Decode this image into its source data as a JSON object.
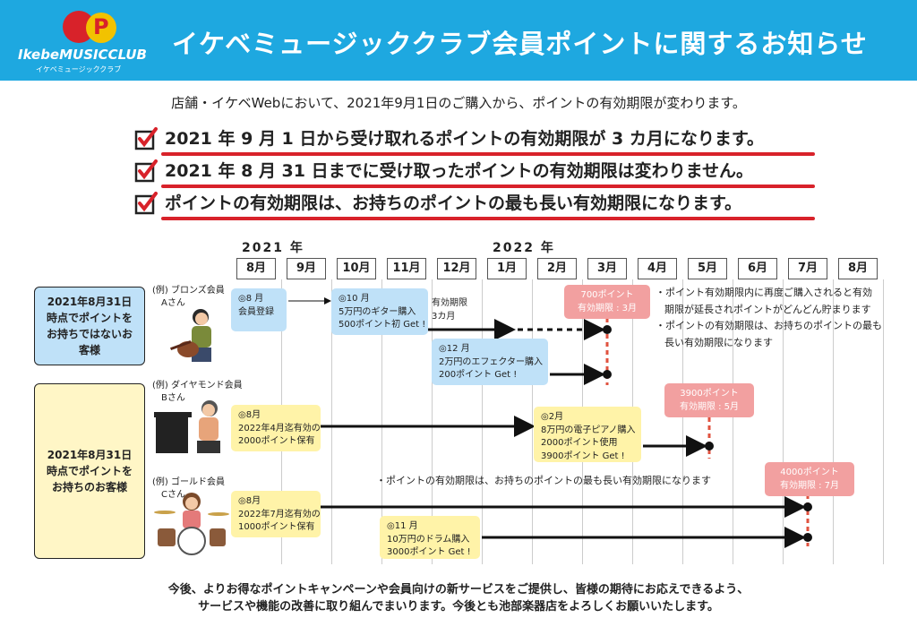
{
  "header": {
    "logo_word": "IkebeMUSICCLUB",
    "logo_sub": "イケベミュージッククラブ",
    "title": "イケベミュージッククラブ会員ポイントに関するお知らせ",
    "bg_color": "#1ea8e0"
  },
  "intro": "店舗・イケベWebにおいて、2021年9月1日のご購入から、ポイントの有効期限が変わります。",
  "points": [
    "2021 年 9 月 1 日から受け取れるポイントの有効期限が 3 カ月になります。",
    "2021 年 8 月 31 日までに受け取ったポイントの有効期限は変わりません。",
    "ポイントの有効期限は、お持ちのポイントの最も長い有効期限になります。"
  ],
  "years": [
    "2021 年",
    "2022 年"
  ],
  "months": [
    "8月",
    "9月",
    "10月",
    "11月",
    "12月",
    "1月",
    "2月",
    "3月",
    "4月",
    "5月",
    "6月",
    "7月",
    "8月"
  ],
  "categories": {
    "no_points": "2021年8月31日時点でポイントをお持ちではないお客様",
    "has_points": "2021年8月31日時点でポイントをお持ちのお客様"
  },
  "members": {
    "a": {
      "rank": "(例) ブロンズ会員",
      "name": "Aさん"
    },
    "b": {
      "rank": "(例) ダイヤモンド会員",
      "name": "Bさん"
    },
    "c": {
      "rank": "(例) ゴールド会員",
      "name": "Cさん"
    }
  },
  "boxes": {
    "a1": {
      "l1": "◎8 月",
      "l2": "会員登録"
    },
    "a2": {
      "l1": "◎10 月",
      "l2": "5万円のギター購入",
      "l3": "500ポイント初 Get !"
    },
    "a_expiry": {
      "l1": "有効期限",
      "l2": "3カ月"
    },
    "a3": {
      "l1": "◎12 月",
      "l2": "2万円のエフェクター購入",
      "l3": "200ポイント Get !"
    },
    "a_result": {
      "l1": "700ポイント",
      "l2": "有効期限 : 3月"
    },
    "b1": {
      "l1": "◎8月",
      "l2": "2022年4月迄有効の",
      "l3": "2000ポイント保有"
    },
    "b2": {
      "l1": "◎2月",
      "l2": "8万円の電子ピアノ購入",
      "l3": "2000ポイント使用",
      "l4": "3900ポイント Get !"
    },
    "b_result": {
      "l1": "3900ポイント",
      "l2": "有効期限 : 5月"
    },
    "c1": {
      "l1": "◎8月",
      "l2": "2022年7月迄有効の",
      "l3": "1000ポイント保有"
    },
    "c2": {
      "l1": "◎11 月",
      "l2": "10万円のドラム購入",
      "l3": "3000ポイント Get !"
    },
    "c_result": {
      "l1": "4000ポイント",
      "l2": "有効期限 : 7月"
    }
  },
  "notes": {
    "a1": "・ポイント有効期限内に再度ご購入されると有効",
    "a2": "期限が延長されポイントがどんどん貯まります",
    "a3": "・ポイントの有効期限は、お持ちのポイントの最も",
    "a4": "長い有効期限になります",
    "c": "・ポイントの有効期限は、お持ちのポイントの最も長い有効期限になります"
  },
  "footer": {
    "l1": "今後、よりお得なポイントキャンペーンや会員向けの新サービスをご提供し、皆様の期待にお応えできるよう、",
    "l2": "サービスや機能の改善に取り組んでまいります。今後とも池部楽器店をよろしくお願いいたします。"
  },
  "colors": {
    "accent_red": "#d8222a",
    "blue_box": "#bfe1f8",
    "yellow_box": "#fff3a8",
    "pink_box": "#f2a0a0"
  }
}
